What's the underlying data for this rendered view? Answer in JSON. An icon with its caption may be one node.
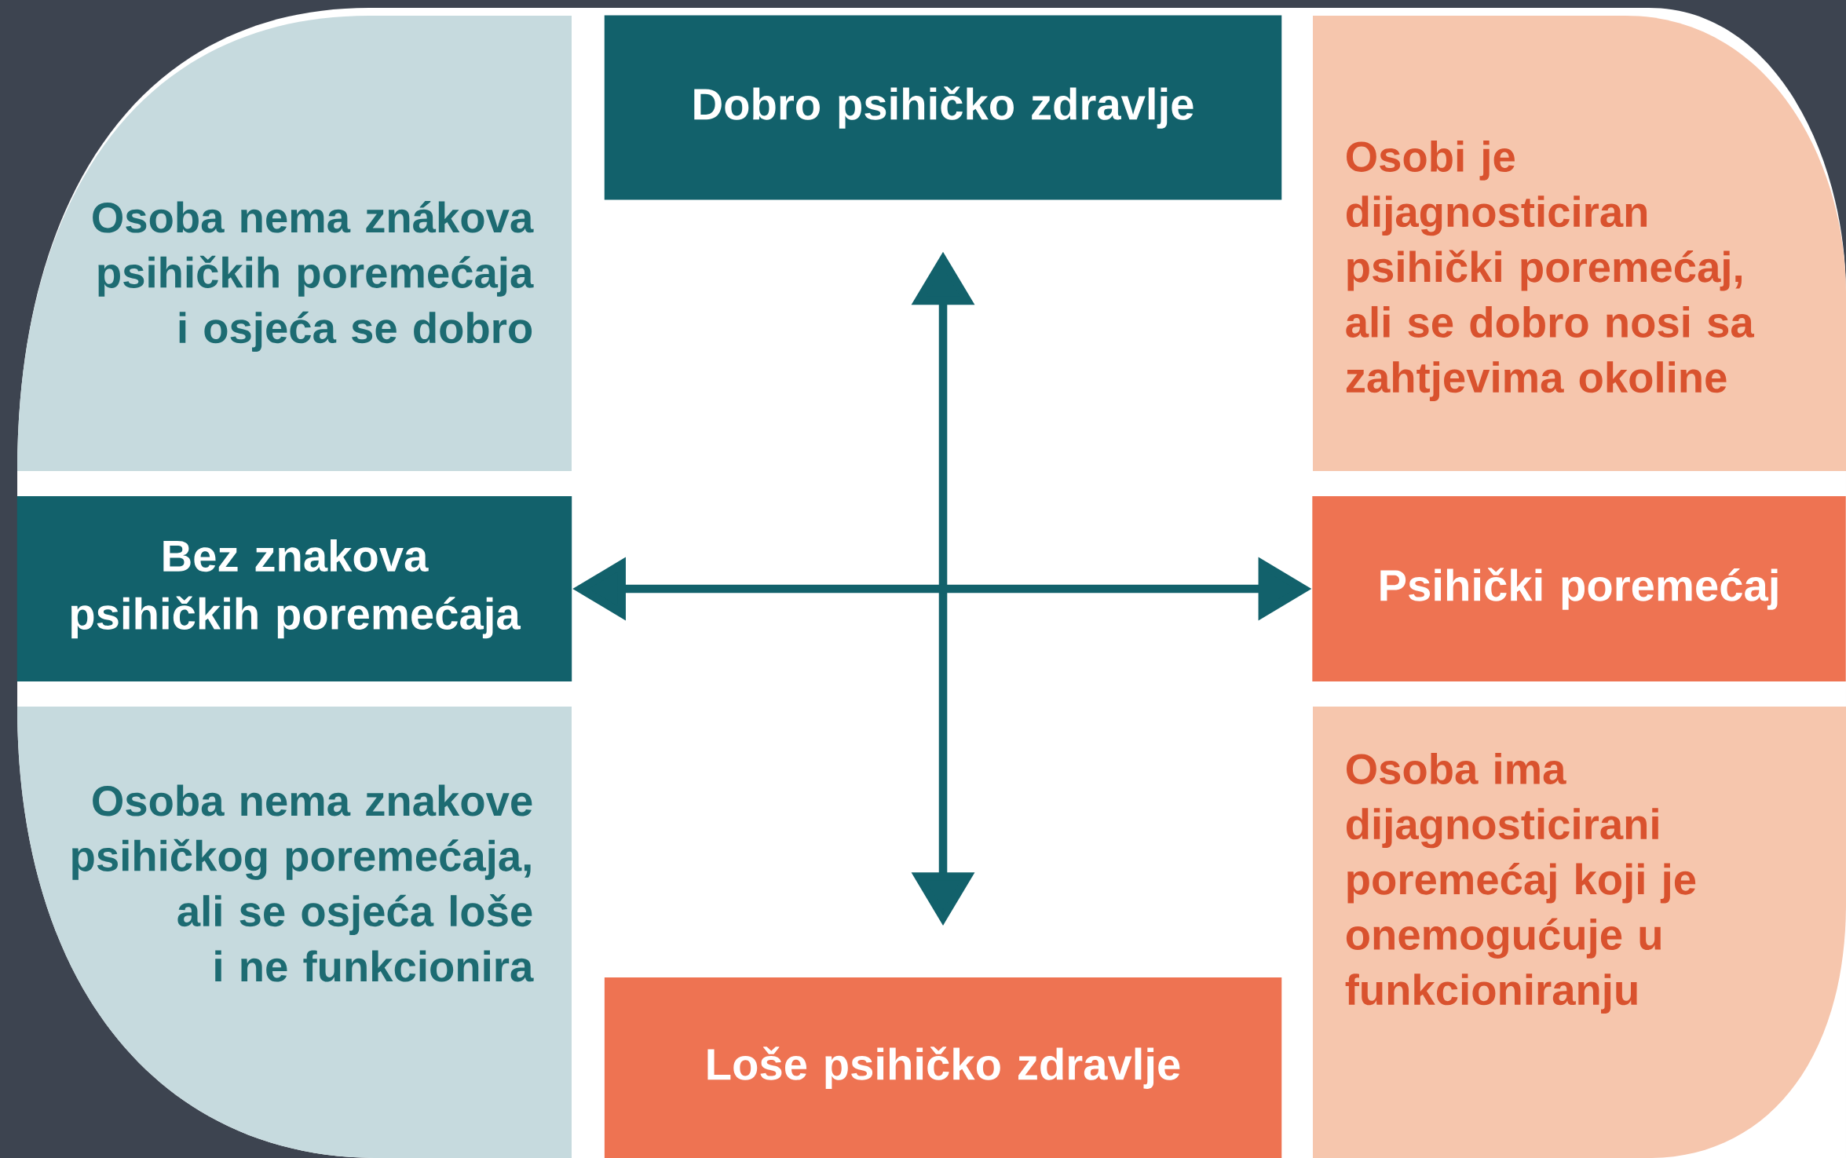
{
  "diagram": {
    "nodes": [
      {
        "text": [
          "Osoba nema znákova psihičkih poremećaja i osjeća se dobro"
        ]
      },
      {
        "text": [
          "Dobro psihičko zdravlje"
        ]
      },
      {
        "text": [
          "Osobi je dijagnosticiran psihički poremećaj, ali se dobro nosi sa zahtjevima okoline"
        ]
      },
      {
        "text": [
          "Bez znakova psihičkih poremećaja"
        ]
      },
      {
        "text": [
          "Psihički poremećaj"
        ]
      },
      {
        "text": [
          "Osoba nema znakove psihičkog poremećaja, ali se osjeća loše i ne funkcionira"
        ]
      },
      {
        "text": [
          "Loše psihičko zdravlje"
        ]
      },
      {
        "text": [
          "Osoba ima dijagnosticirani poremećaj koji je onemogućuje u funkcioniranju"
        ]
      }
    ],
    "edges": [
      {
        "from": 6,
        "to": 1,
        "arrow": "both"
      },
      {
        "from": 3,
        "to": 4,
        "arrow": "both"
      }
    ]
  }
}
